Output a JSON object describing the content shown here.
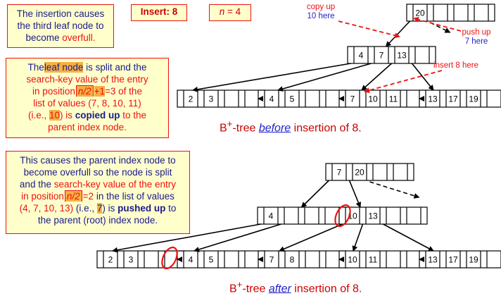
{
  "box1": {
    "line1": "The insertion causes",
    "line2": "the third leaf node to",
    "line3_a": "become ",
    "line3_b": "overfull."
  },
  "box2": {
    "text": "Insert: 8"
  },
  "box3": {
    "text_a": "n",
    "text_b": " = 4"
  },
  "box4": {
    "l1_a": "The",
    "l1_b": "leaf node",
    "l1_c": " is split and the",
    "l2": "search-key value of the entry",
    "l3_a": "in position",
    "l3_b": "n/2",
    "l3_c": "+1",
    "l3_d": "=3 of the",
    "l4": "list of values (7, 8, 10, 11)",
    "l5_a": "(i.e., ",
    "l5_b": "10",
    "l5_c": ") is ",
    "l5_d": "copied up",
    "l5_e": " to the",
    "l6": "parent index node."
  },
  "box5": {
    "l1": "This causes the parent index node to",
    "l2": "become overfull so the node is split",
    "l3_a": "and the ",
    "l3_b": "search-key value of the entry",
    "l4_a": "in position",
    "l4_b": "n/2",
    "l4_c": "=2",
    "l4_d": " in the list of values",
    "l5_a": "(4, 7, 10, 13)",
    "l5_b": " (i.e., ",
    "l5_c": "7",
    "l5_d": ") is ",
    "l5_e": "pushed up",
    "l5_f": " to",
    "l6": "the parent (root) index node."
  },
  "annotations": {
    "copy_up_1": "copy up",
    "copy_up_2": "10 here",
    "push_up_1": "push up",
    "push_up_2": "7 here",
    "insert_8": "insert 8 here"
  },
  "before": {
    "caption_a": "B",
    "caption_sup": "+",
    "caption_b": "-tree ",
    "caption_word": "before",
    "caption_c": " insertion of 8.",
    "root": [
      "20",
      "",
      "",
      ""
    ],
    "index": [
      "4",
      "7",
      "13",
      ""
    ],
    "leaves": [
      [
        "2",
        "3",
        "",
        ""
      ],
      [
        "4",
        "5",
        "",
        ""
      ],
      [
        "7",
        "10",
        "11",
        ""
      ],
      [
        "13",
        "17",
        "19",
        ""
      ]
    ]
  },
  "after": {
    "caption_a": "B",
    "caption_sup": "+",
    "caption_b": "-tree ",
    "caption_word": "after",
    "caption_c": " insertion of 8.",
    "root": [
      "7",
      "20",
      "",
      ""
    ],
    "index_left": [
      "4",
      "",
      "",
      ""
    ],
    "index_right": [
      "10",
      "13",
      "",
      ""
    ],
    "leaves": [
      [
        "2",
        "3",
        "",
        ""
      ],
      [
        "4",
        "5",
        "",
        ""
      ],
      [
        "7",
        "8",
        "",
        ""
      ],
      [
        "10",
        "11",
        "",
        ""
      ],
      [
        "13",
        "17",
        "19",
        ""
      ]
    ]
  },
  "colors": {
    "red": "#e11",
    "blue": "#1a1a8c",
    "highlight": "#f6b042",
    "note_bg": "#ffffcc"
  }
}
